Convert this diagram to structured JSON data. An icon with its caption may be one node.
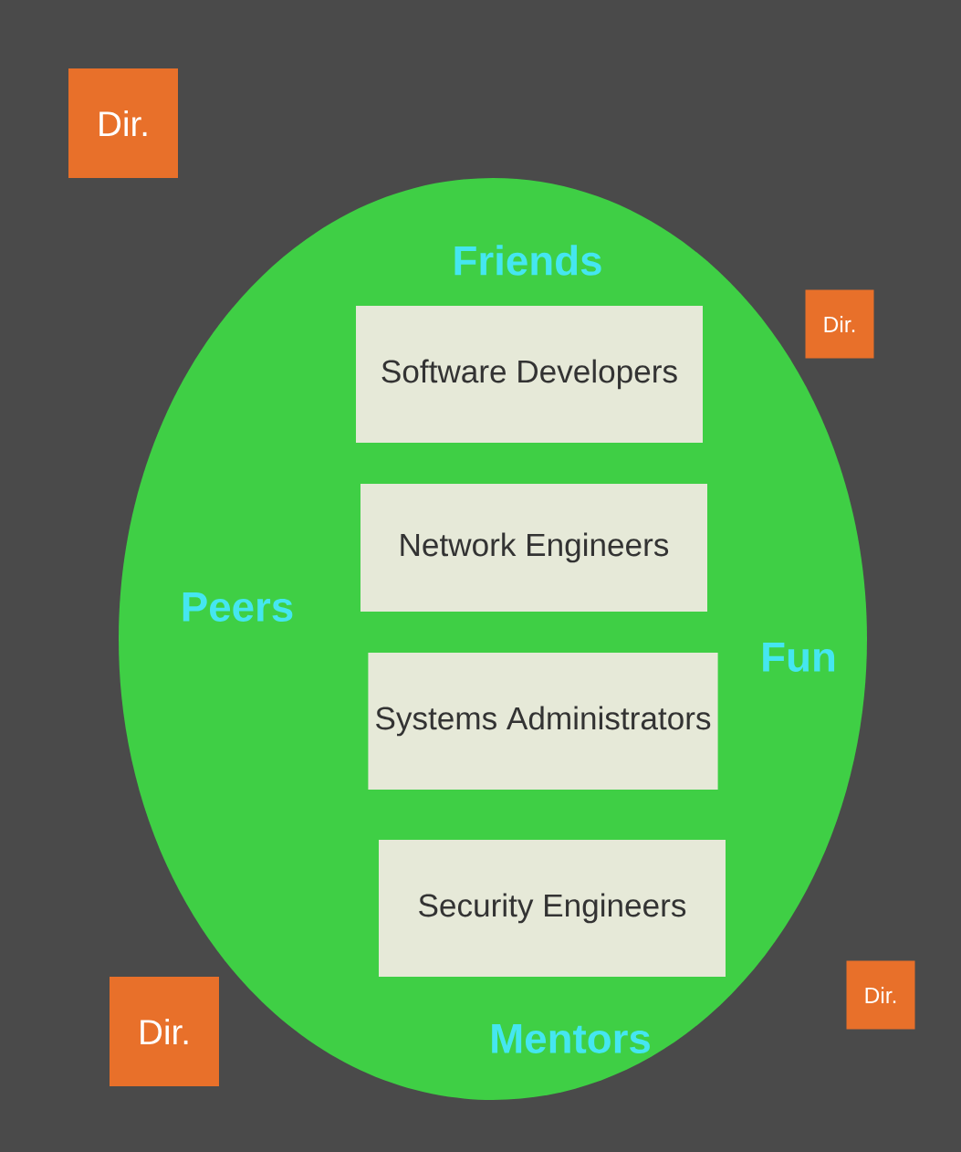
{
  "diagram": {
    "nodes": [
      {
        "text": [
          "Dir."
        ]
      },
      {
        "text": [
          "Friends",
          "Peers",
          "Fun",
          "Mentors"
        ]
      },
      {
        "text": [
          "Software Developers"
        ],
        "in": 1
      },
      {
        "text": [
          "Network Engineers"
        ],
        "in": 1
      },
      {
        "text": [
          "Systems Administrators"
        ],
        "in": 1
      },
      {
        "text": [
          "Security Engineers"
        ],
        "in": 1
      },
      {
        "text": [
          "Dir."
        ]
      },
      {
        "text": [
          "Dir."
        ]
      },
      {
        "text": [
          "Dir."
        ]
      }
    ]
  }
}
